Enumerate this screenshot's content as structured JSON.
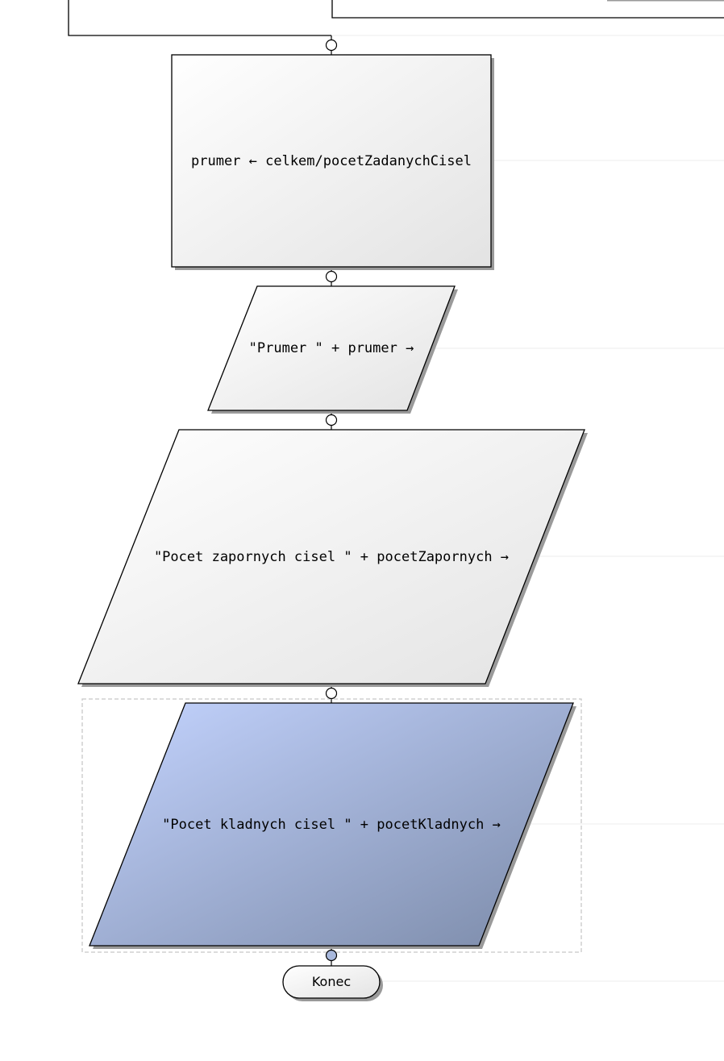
{
  "flowchart": {
    "nodes": [
      {
        "id": "assign-average",
        "type": "process",
        "text": "prumer ← celkem/pocetZadanychCisel",
        "selected": false
      },
      {
        "id": "output-average",
        "type": "output",
        "text": "\"Prumer \" + prumer →",
        "selected": false
      },
      {
        "id": "output-negative-count",
        "type": "output",
        "text": "\"Pocet zapornych cisel \" + pocetZapornych →",
        "selected": false
      },
      {
        "id": "output-positive-count",
        "type": "output",
        "text": "\"Pocet kladnych cisel \" + pocetKladnych →",
        "selected": true
      },
      {
        "id": "end-terminal",
        "type": "terminal",
        "text": "Konec",
        "selected": false
      }
    ]
  },
  "colors": {
    "node_fill_light": "#ffffff",
    "node_fill_dark": "#e3e3e3",
    "selected_fill_light": "#c4d4ff",
    "selected_fill_dark": "#7b8aa8",
    "selection_border": "#c8c8c8",
    "connector_dot_selected": "#a8b8dc"
  }
}
